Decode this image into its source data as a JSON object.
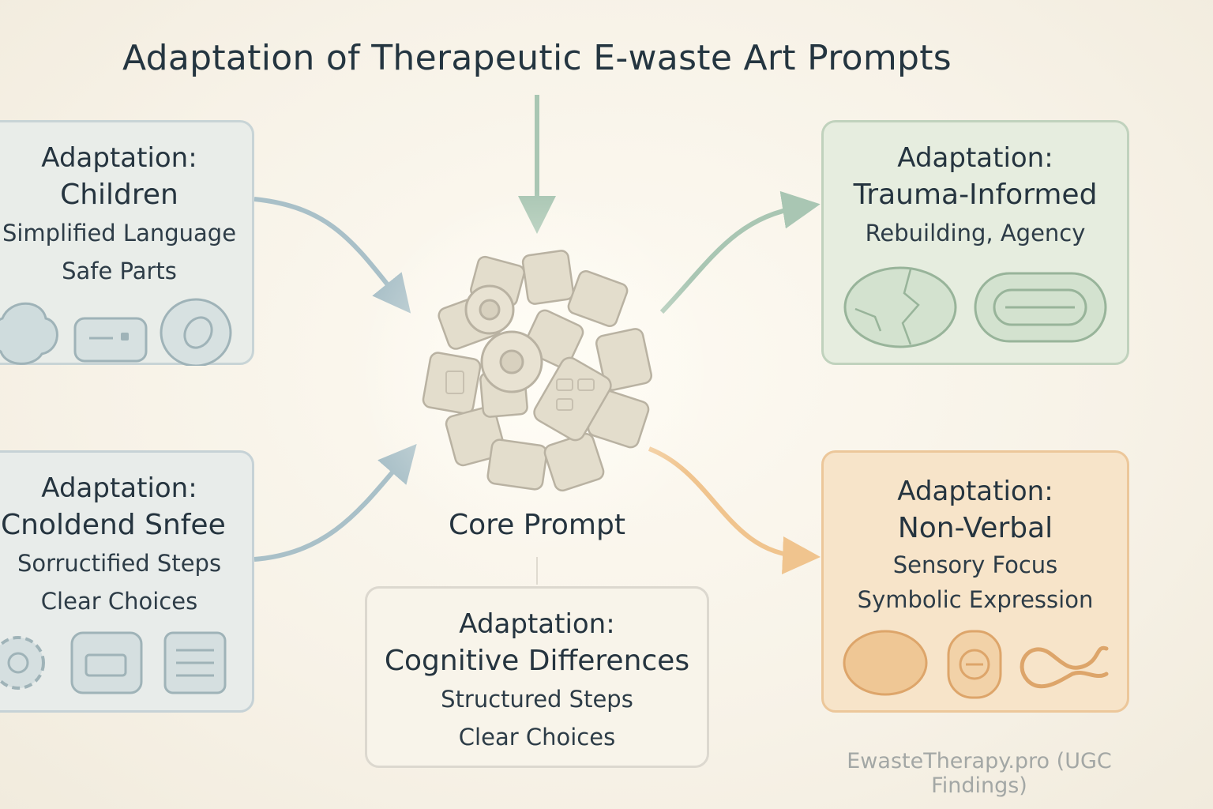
{
  "title": "Adaptation of Therapeutic E-waste Art Prompts",
  "core": {
    "label": "Core Prompt",
    "icon": "e-waste-cluster-icon"
  },
  "cards": {
    "children": {
      "heading": "Adaptation:",
      "name": "Children",
      "lines": [
        "Simplified Language",
        "Safe Parts"
      ],
      "color": "#c8d4d6"
    },
    "structured": {
      "heading": "Adaptation:",
      "name": "Cnoldend Snfee",
      "lines": [
        "Sorructified Steps",
        "Clear Choices"
      ],
      "color": "#c6d2d6"
    },
    "trauma": {
      "heading": "Adaptation:",
      "name": "Trauma-Informed",
      "lines": [
        "Rebuilding, Agency"
      ],
      "color": "#c0d2bd"
    },
    "nonverbal": {
      "heading": "Adaptation:",
      "name": "Non-Verbal",
      "lines": [
        "Sensory Focus",
        "Symbolic Expression"
      ],
      "color": "#ecc79a"
    },
    "cognitive": {
      "heading": "Adaptation:",
      "name": "Cognitive Differences",
      "lines": [
        "Structured Steps",
        "Clear Choices"
      ],
      "color": "#dcd8cf"
    }
  },
  "footer": "EwasteTherapy.pro (UGC Findings)",
  "colors": {
    "arrow_blue": "#a9c0c8",
    "arrow_green": "#a9c6b3",
    "arrow_orange": "#f0c48e",
    "text": "#25343f"
  }
}
